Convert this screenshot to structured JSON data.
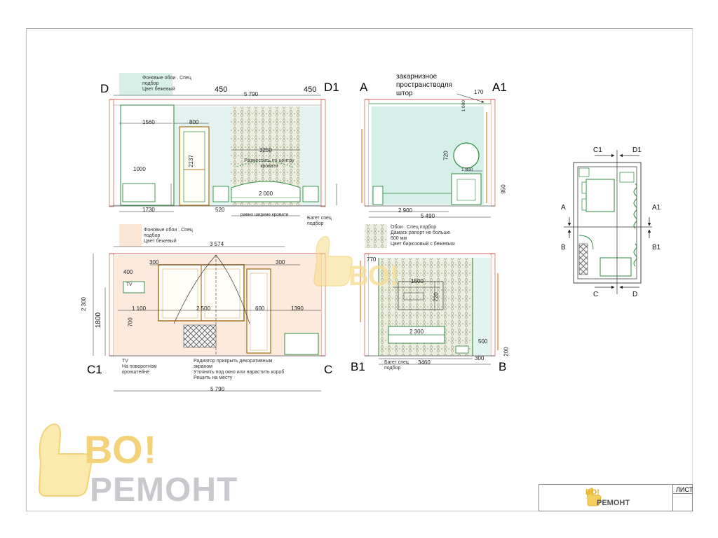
{
  "sheet": {
    "label": "ЛИСТ"
  },
  "logo": {
    "vo": "ВО!",
    "remont": "РЕМОНТ"
  },
  "axes": {
    "D": "D",
    "D1": "D1",
    "A": "A",
    "A1": "A1",
    "C1": "C1",
    "C": "C",
    "B1": "B1",
    "B": "B"
  },
  "plan_axes": {
    "C1": "C1",
    "D1": "D1",
    "A": "A",
    "A1": "A1",
    "B": "B",
    "B1": "B1",
    "C": "C",
    "D": "D"
  },
  "notes": {
    "wallpaper_top_1": "Фоновые обои . Спец",
    "wallpaper_top_2": "подбор",
    "wallpaper_top_3": "Цвет бежевый",
    "cornice_1": "закарнизное",
    "cornice_2": "пространстводля",
    "cornice_3": "штор",
    "wallpaper_mid_1": "Фоновые обои . Спец",
    "wallpaper_mid_2": "подбор",
    "wallpaper_mid_3": "Цвет бежевый",
    "panel_1": "Обои . Спец подбор",
    "panel_2": "Дамаск рапорт не больше",
    "panel_3": "600 мм",
    "panel_4": "Цвет бирюзовый с бежевым",
    "headboard_1": "Разместить по центру",
    "headboard_2": "кровати",
    "baguette_1": "Багет спец",
    "baguette_2": "подбор",
    "baguette_b1_1": "Багет спец",
    "baguette_b1_2": "подбор",
    "bed_center": "равно ширине кровати",
    "tv_1": "TV",
    "tv_2": "На поворотном",
    "tv_3": "кронштейне",
    "tv_label": "TV",
    "radiator_1": "Радиатор прикрыть декоративным",
    "radiator_2": "экраном",
    "radiator_3": "Уточнить под окно или нарастить короб",
    "radiator_4": "Решить на месту"
  },
  "dims": {
    "d_450_left": "450",
    "d_450_right": "450",
    "d_5790_top": "5 790",
    "d_1560": "1560",
    "d_800": "800",
    "d_3250": "3250",
    "d_1000": "1000",
    "d_2137": "2137",
    "d_2000_bed": "2 000",
    "d_1730": "1730",
    "d_520": "520",
    "d_170": "170",
    "d_1000_a": "1 000",
    "d_720": "720",
    "d_1800_a": "1 800",
    "d_950": "950",
    "d_2900": "2 900",
    "d_5490": "5 490",
    "d_3574": "3 574",
    "d_300_l": "300",
    "d_300_r": "300",
    "d_400": "400",
    "d_1100": "1 100",
    "d_2500": "2 500",
    "d_600": "600",
    "d_1390": "1390",
    "d_1800": "1800",
    "d_700": "700",
    "d_2300_c": "2 300",
    "d_5790_bot": "5 790",
    "d_770": "770",
    "d_1500": "1500",
    "d_720b": "720",
    "d_2300_b": "2 300",
    "d_500": "500",
    "d_3460": "3460",
    "d_300b": "300",
    "d_200": "200"
  }
}
